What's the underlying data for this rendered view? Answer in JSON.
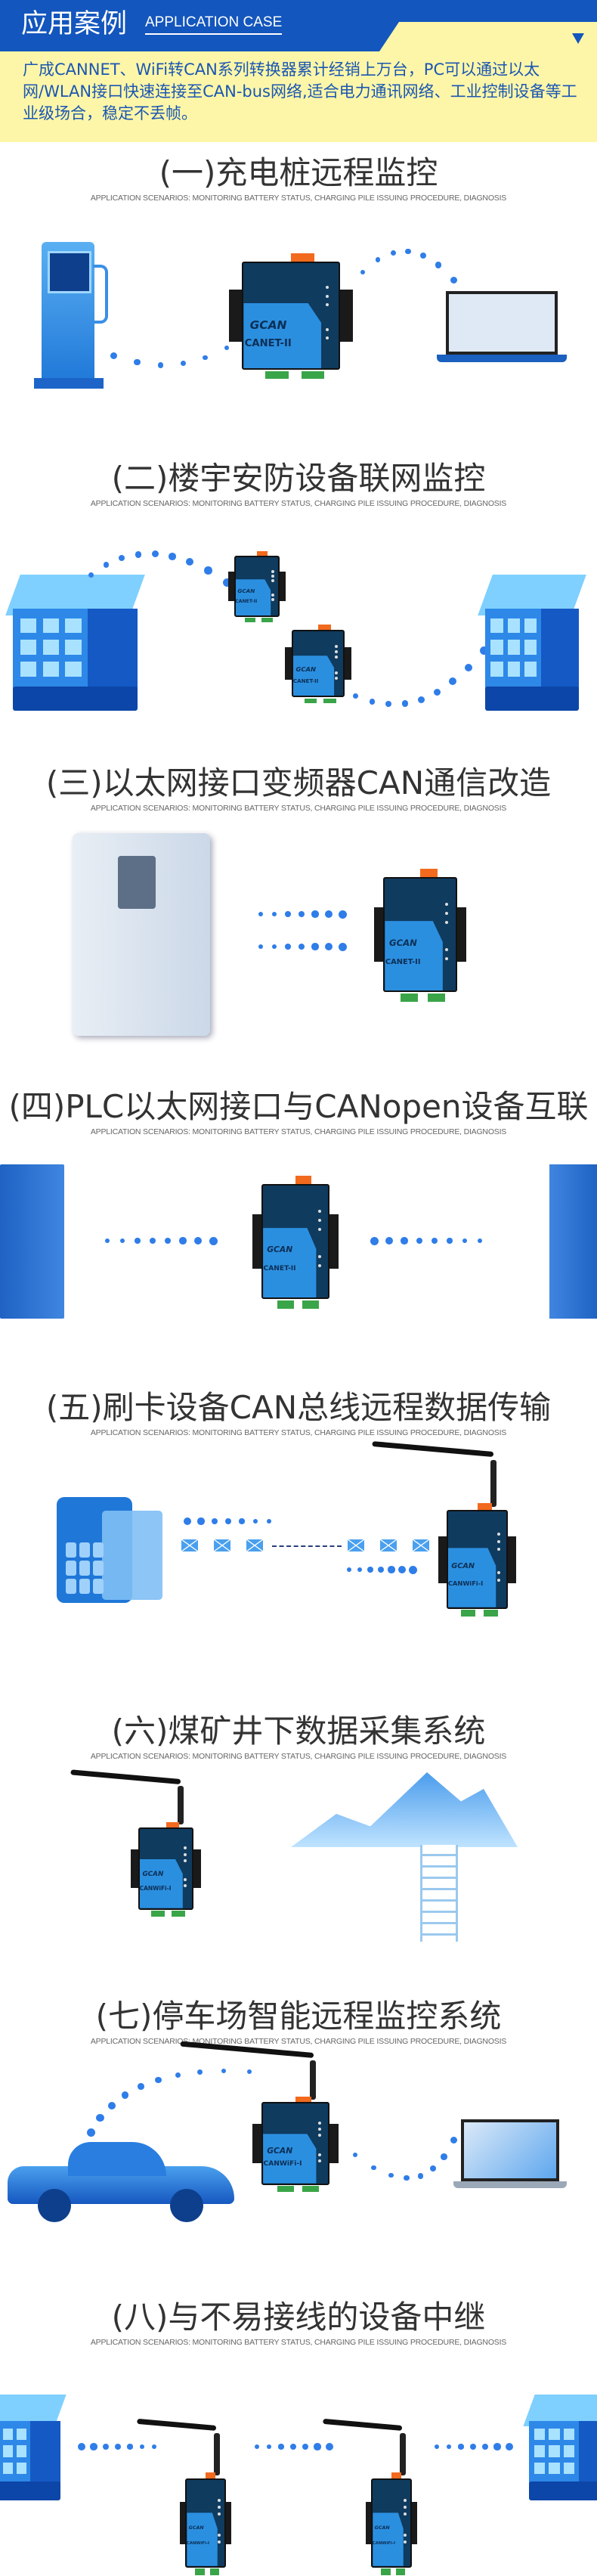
{
  "header": {
    "title": "应用案例",
    "title_en": "APPLICATION CASE",
    "intro": "广成CANNET、WiFi转CAN系列转换器累计经销上万台，PC可以通过以太网/WLAN接口快速连接至CAN-bus网络,适合电力通讯网络、工业控制设备等工业级场合，稳定不丢帧。"
  },
  "subtitle": "APPLICATION SCENARIOS: MONITORING BATTERY STATUS, CHARGING PILE ISSUING PROCEDURE, DIAGNOSIS",
  "sections": [
    {
      "title": "(一)充电桩远程监控"
    },
    {
      "title": "(二)楼宇安防设备联网监控"
    },
    {
      "title": "(三)以太网接口变频器CAN通信改造"
    },
    {
      "title": "(四)PLC以太网接口与CANopen设备互联"
    },
    {
      "title": "(五)刷卡设备CAN总线远程数据传输"
    },
    {
      "title": "(六)煤矿井下数据采集系统"
    },
    {
      "title": "(七)停车场智能远程监控系统"
    },
    {
      "title": "(八)与不易接线的设备中继"
    }
  ],
  "devices": {
    "brand": "GCAN",
    "canet": "CANET-II",
    "canwifi": "CANWiFi-I"
  },
  "colors": {
    "brand_blue": "#1356bd",
    "highlight_yellow": "#fdf6a8",
    "dot_blue": "#2f7de8"
  }
}
